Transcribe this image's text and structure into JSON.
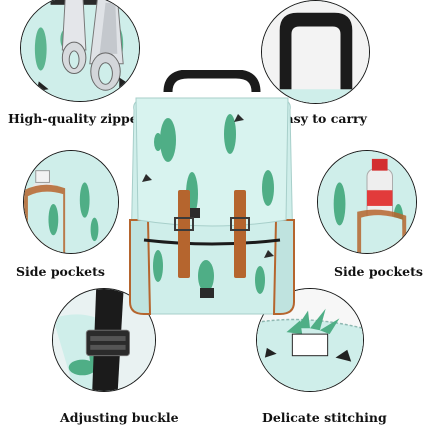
{
  "features": [
    {
      "label": "High-quality zipper",
      "icon": "zipper-pulls-icon"
    },
    {
      "label": "Easy to carry",
      "icon": "carry-handle-icon"
    },
    {
      "label": "Side pockets",
      "icon": "bottle-pocket-icon"
    },
    {
      "label": "Side pockets",
      "icon": "bottle-pocket-icon"
    },
    {
      "label": "Adjusting buckle",
      "icon": "strap-buckle-icon"
    },
    {
      "label": "Delicate stitching",
      "icon": "stitching-icon"
    }
  ],
  "colors": {
    "fabric": "#cfeeea",
    "leather": "#b5652e",
    "cactus": "#4fae86",
    "strap": "#1b1b1b"
  }
}
